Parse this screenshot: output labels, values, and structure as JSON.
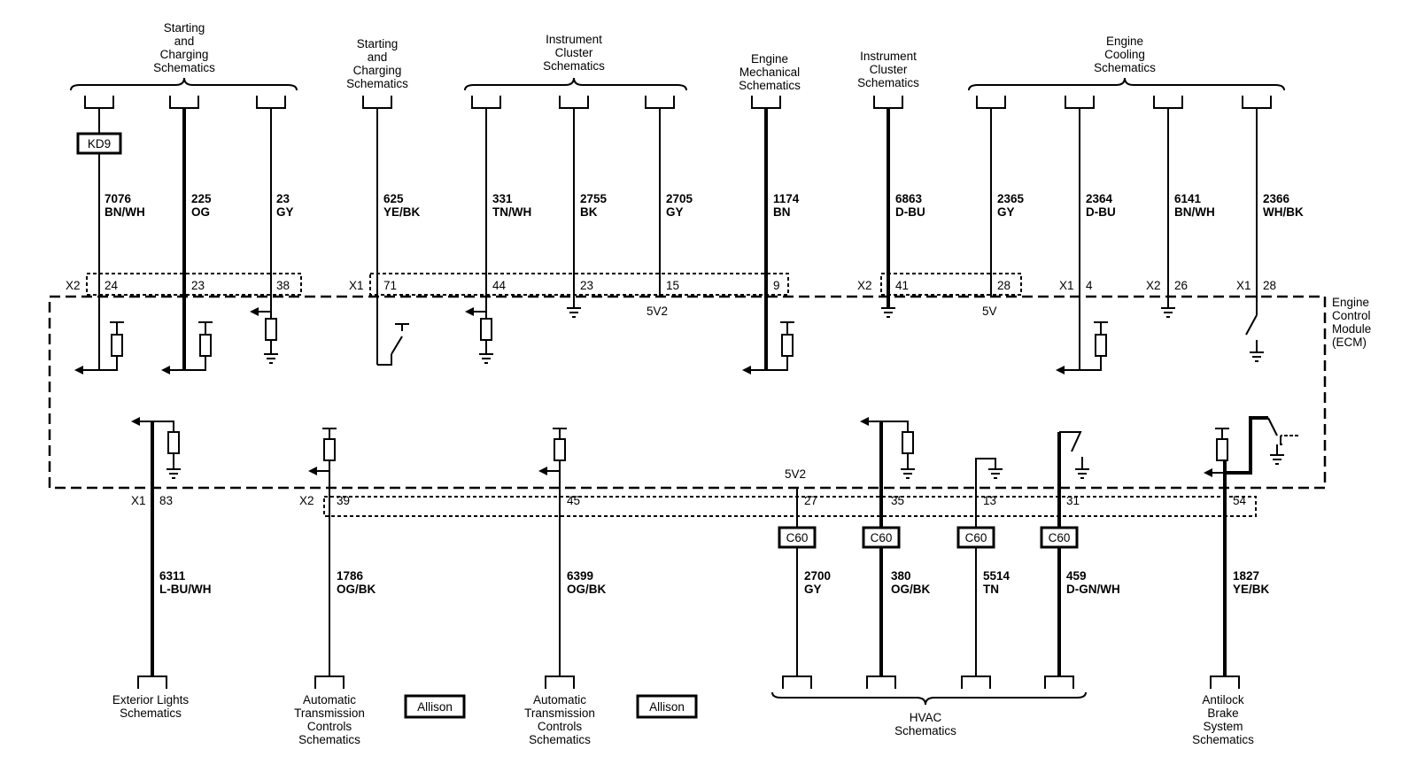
{
  "title": "Engine Control Module (ECM) wiring schematic",
  "ecm_label": [
    "Engine",
    "Control",
    "Module",
    "(ECM)"
  ],
  "top_destinations": [
    {
      "id": "t1",
      "lines": [
        "Starting",
        "and",
        "Charging",
        "Schematics"
      ]
    },
    {
      "id": "t2",
      "lines": [
        "Starting",
        "and",
        "Charging",
        "Schematics"
      ]
    },
    {
      "id": "t3",
      "lines": [
        "Instrument",
        "Cluster",
        "Schematics"
      ]
    },
    {
      "id": "t4",
      "lines": [
        "Engine",
        "Mechanical",
        "Schematics"
      ]
    },
    {
      "id": "t5",
      "lines": [
        "Instrument",
        "Cluster",
        "Schematics"
      ]
    },
    {
      "id": "t6",
      "lines": [
        "Engine",
        "Cooling",
        "Schematics"
      ]
    }
  ],
  "bottom_destinations": [
    {
      "id": "b1",
      "lines": [
        "Exterior Lights",
        "Schematics"
      ]
    },
    {
      "id": "b2",
      "lines": [
        "Automatic",
        "Transmission",
        "Controls",
        "Schematics"
      ]
    },
    {
      "id": "b3",
      "lines": [
        "Automatic",
        "Transmission",
        "Controls",
        "Schematics"
      ]
    },
    {
      "id": "b4",
      "lines": [
        "HVAC",
        "Schematics"
      ]
    },
    {
      "id": "b5",
      "lines": [
        "Antilock",
        "Brake",
        "System",
        "Schematics"
      ]
    }
  ],
  "option_boxes": {
    "kd9": "KD9",
    "allison": "Allison",
    "c60": "C60"
  },
  "top_connectors": [
    {
      "id": "X2a",
      "label": "X2"
    },
    {
      "id": "X1a",
      "label": "X1"
    },
    {
      "id": "X2b",
      "label": "X2"
    },
    {
      "id": "X1b",
      "label": "X1"
    },
    {
      "id": "X2c",
      "label": "X2"
    },
    {
      "id": "X1c",
      "label": "X1"
    }
  ],
  "bottom_connectors": [
    {
      "id": "X1d",
      "label": "X1"
    },
    {
      "id": "X2d",
      "label": "X2"
    }
  ],
  "top_wires": [
    {
      "circuit": "7076",
      "color": "BN/WH",
      "pin": "24",
      "thick": true
    },
    {
      "circuit": "225",
      "color": "OG",
      "pin": "23",
      "thick": true
    },
    {
      "circuit": "23",
      "color": "GY",
      "pin": "38",
      "thick": false
    },
    {
      "circuit": "625",
      "color": "YE/BK",
      "pin": "71",
      "thick": false
    },
    {
      "circuit": "331",
      "color": "TN/WH",
      "pin": "44",
      "thick": false
    },
    {
      "circuit": "2755",
      "color": "BK",
      "pin": "23",
      "thick": false
    },
    {
      "circuit": "2705",
      "color": "GY",
      "pin": "15",
      "thick": false
    },
    {
      "circuit": "1174",
      "color": "BN",
      "pin": "9",
      "thick": true
    },
    {
      "circuit": "6863",
      "color": "D-BU",
      "pin": "41",
      "thick": true
    },
    {
      "circuit": "2365",
      "color": "GY",
      "pin": "28",
      "thick": false
    },
    {
      "circuit": "2364",
      "color": "D-BU",
      "pin": "4",
      "thick": false
    },
    {
      "circuit": "6141",
      "color": "BN/WH",
      "pin": "26",
      "thick": false
    },
    {
      "circuit": "2366",
      "color": "WH/BK",
      "pin": "28",
      "thick": false
    }
  ],
  "bottom_wires": [
    {
      "circuit": "6311",
      "color": "L-BU/WH",
      "pin": "83",
      "thick": true
    },
    {
      "circuit": "1786",
      "color": "OG/BK",
      "pin": "39",
      "thick": false
    },
    {
      "circuit": "6399",
      "color": "OG/BK",
      "pin": "45",
      "thick": false
    },
    {
      "circuit": "2700",
      "color": "GY",
      "pin": "27",
      "thick": false
    },
    {
      "circuit": "380",
      "color": "OG/BK",
      "pin": "35",
      "thick": true
    },
    {
      "circuit": "5514",
      "color": "TN",
      "pin": "13",
      "thick": false
    },
    {
      "circuit": "459",
      "color": "D-GN/WH",
      "pin": "31",
      "thick": true
    },
    {
      "circuit": "1827",
      "color": "YE/BK",
      "pin": "54",
      "thick": true
    }
  ],
  "internal_labels": {
    "v5v2_top": "5V2",
    "v5v": "5V",
    "v5v2_bottom": "5V2"
  }
}
